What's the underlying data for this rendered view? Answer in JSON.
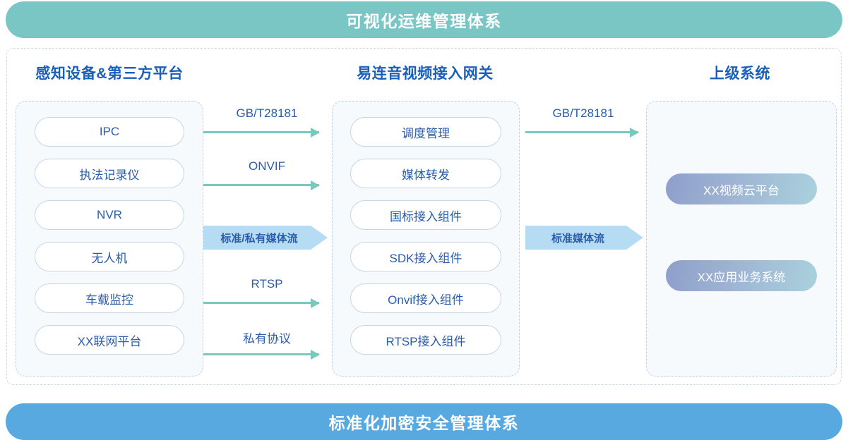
{
  "banners": {
    "top": "可视化运维管理体系",
    "bottom": "标准化加密安全管理体系",
    "top_color": "#79c6c4",
    "bottom_color": "#57a9e0"
  },
  "columns": [
    {
      "title": "感知设备&第三方平台",
      "items": [
        "IPC",
        "执法记录仪",
        "NVR",
        "无人机",
        "车载监控",
        "XX联网平台"
      ]
    },
    {
      "title": "易连音视频接入网关",
      "items": [
        "调度管理",
        "媒体转发",
        "国标接入组件",
        "SDK接入组件",
        "Onvif接入组件",
        "RTSP接入组件"
      ]
    },
    {
      "title": "上级系统",
      "items": [
        "XX视频云平台",
        "XX应用业务系统"
      ]
    }
  ],
  "connectors_left": {
    "thin": [
      "GB/T28181",
      "ONVIF",
      "RTSP",
      "私有协议"
    ],
    "block": "标准/私有媒体流"
  },
  "connectors_right": {
    "thin": [
      "GB/T28181"
    ],
    "block": "标准媒体流"
  },
  "colors": {
    "arrow_thin": "#79c8bd",
    "arrow_block": "#b5dcf2",
    "text_blue": "#2a5caa",
    "title_blue": "#1a5fb8",
    "pill_border": "#c5d6ea",
    "dashed_border": "#bcd0e6",
    "gradient_start": "#8e9fcb",
    "gradient_end": "#aad1dd"
  }
}
